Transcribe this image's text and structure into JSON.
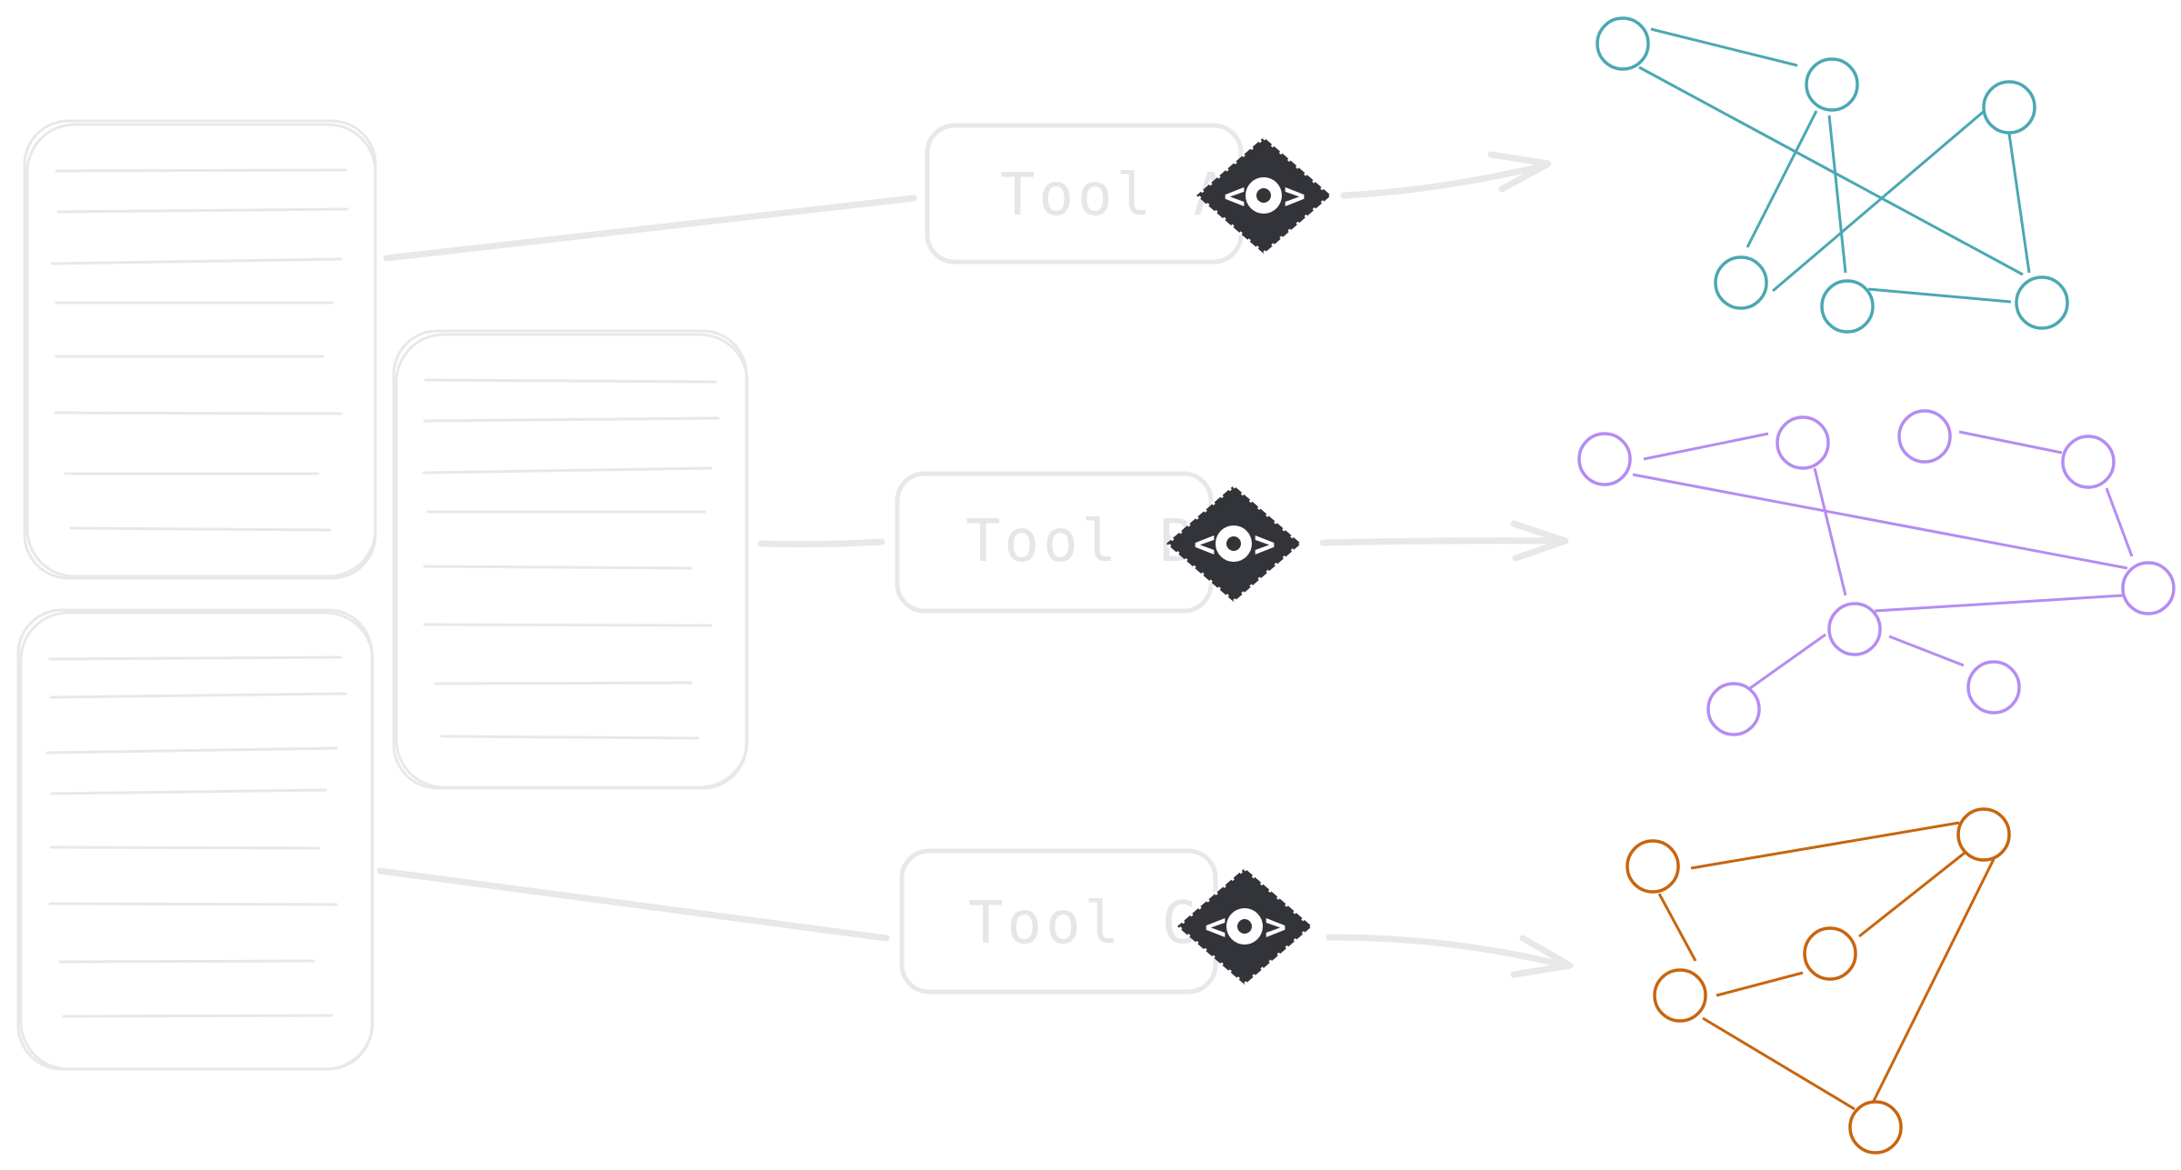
{
  "tools": [
    {
      "label": "Tool A"
    },
    {
      "label": "Tool B"
    },
    {
      "label": "Tool C"
    }
  ],
  "badge": {
    "glyph_left": "<",
    "glyph_right": ">",
    "icon": "eye-icon"
  },
  "colors": {
    "sketch": "#e8e8e8",
    "badge": "#32343a",
    "graph_a": "#4aa8b3",
    "graph_b": "#b58cf2",
    "graph_c": "#c8650f"
  }
}
